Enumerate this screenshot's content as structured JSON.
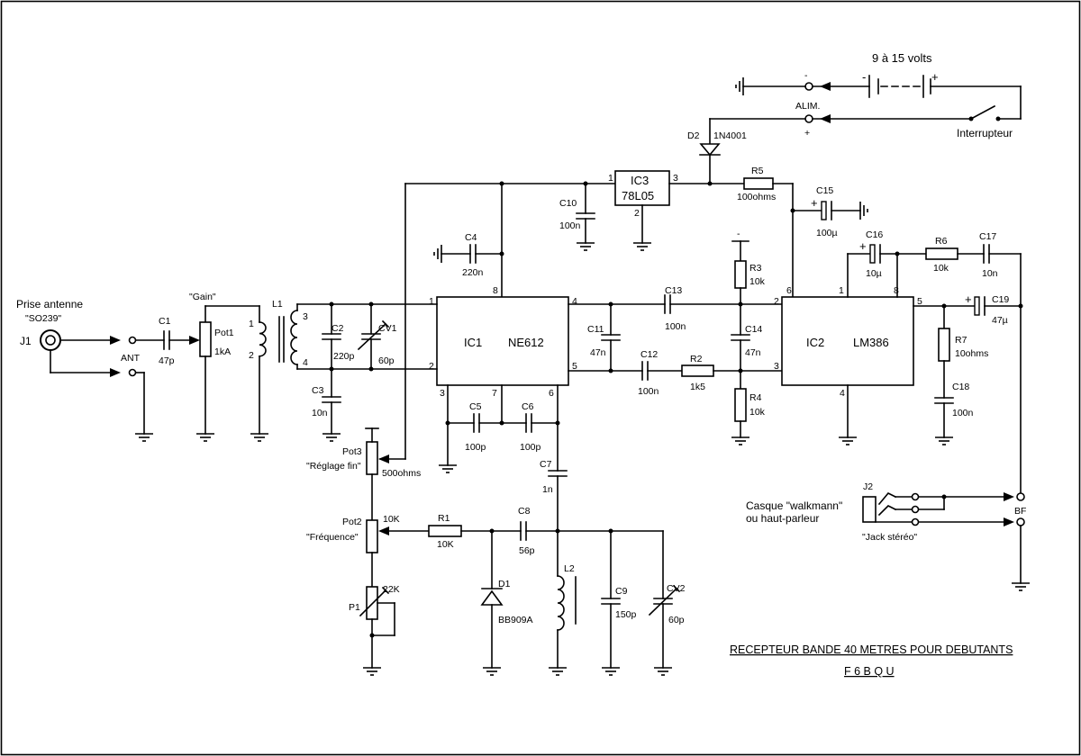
{
  "supply": {
    "voltage": "9 à 15 volts",
    "alim": "ALIM.",
    "minus": "-",
    "plus": "+",
    "cell_minus": "-",
    "cell_plus": "+",
    "switch": "Interrupteur"
  },
  "d2": {
    "name": "D2",
    "type": "1N4001"
  },
  "ic3": {
    "name": "IC3",
    "type": "78L05",
    "pin1": "1",
    "pin2": "2",
    "pin3": "3"
  },
  "r5": {
    "name": "R5",
    "value": "100ohms"
  },
  "c15": {
    "name": "C15",
    "value": "100µ",
    "plus": "+"
  },
  "c10": {
    "name": "C10",
    "value": "100n"
  },
  "c4": {
    "name": "C4",
    "value": "220n"
  },
  "ic1": {
    "name": "IC1",
    "type": "NE612",
    "pins": [
      "1",
      "2",
      "3",
      "4",
      "5",
      "6",
      "7",
      "8"
    ]
  },
  "ic2": {
    "name": "IC2",
    "type": "LM386",
    "pins": [
      "1",
      "2",
      "3",
      "4",
      "5",
      "6",
      "8"
    ]
  },
  "antenna": {
    "label": "Prise antenne",
    "connector": "\"SO239\"",
    "j1": "J1",
    "ant": "ANT"
  },
  "c1": {
    "name": "C1",
    "value": "47p"
  },
  "pot1": {
    "gain": "\"Gain\"",
    "name": "Pot1",
    "value": "1kA"
  },
  "l1": {
    "name": "L1",
    "p1": "1",
    "p2": "2",
    "p3": "3",
    "p4": "4"
  },
  "c2": {
    "name": "C2",
    "value": "220p"
  },
  "cv1": {
    "name": "CV1",
    "value": "60p"
  },
  "c3": {
    "name": "C3",
    "value": "10n"
  },
  "c13": {
    "name": "C13",
    "value": "100n"
  },
  "c11": {
    "name": "C11",
    "value": "47n"
  },
  "c12": {
    "name": "C12",
    "value": "100n"
  },
  "r2": {
    "name": "R2",
    "value": "1k5"
  },
  "r3": {
    "name": "R3",
    "value": "10k"
  },
  "c14": {
    "name": "C14",
    "value": "47n"
  },
  "r4": {
    "name": "R4",
    "value": "10k"
  },
  "c16": {
    "name": "C16",
    "value": "10µ",
    "plus": "+"
  },
  "r6": {
    "name": "R6",
    "value": "10k"
  },
  "c17": {
    "name": "C17",
    "value": "10n"
  },
  "c19": {
    "name": "C19",
    "value": "47µ",
    "plus": "+"
  },
  "r7": {
    "name": "R7",
    "value": "10ohms"
  },
  "c18": {
    "name": "C18",
    "value": "100n"
  },
  "c5": {
    "name": "C5",
    "value": "100p"
  },
  "c6": {
    "name": "C6",
    "value": "100p"
  },
  "c7": {
    "name": "C7",
    "value": "1n"
  },
  "pot3": {
    "name": "Pot3",
    "label": "\"Réglage fin\"",
    "value": "500ohms"
  },
  "pot2": {
    "name": "Pot2",
    "label": "\"Fréquence\"",
    "value": "10K"
  },
  "r1": {
    "name": "R1",
    "value": "10K"
  },
  "c8": {
    "name": "C8",
    "value": "56p"
  },
  "p1": {
    "name": "P1",
    "value": "22K"
  },
  "d1": {
    "name": "D1",
    "type": "BB909A"
  },
  "l2": {
    "name": "L2"
  },
  "c9": {
    "name": "C9",
    "value": "150p"
  },
  "cv2": {
    "name": "CV2",
    "value": "60p"
  },
  "output": {
    "caption1": "Casque \"walkmann\"",
    "caption2": "ou haut-parleur",
    "j2": "J2",
    "jack": "\"Jack stéréo\"",
    "bf": "BF"
  },
  "title": {
    "line1": "RECEPTEUR BANDE 40 METRES POUR DEBUTANTS",
    "line2": "F 6 B Q U"
  }
}
